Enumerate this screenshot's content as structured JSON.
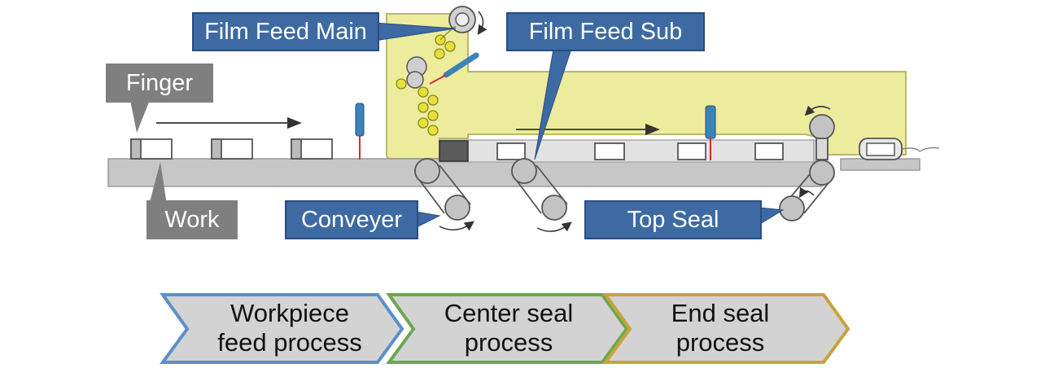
{
  "labels": {
    "film_feed_main": "Film Feed Main",
    "film_feed_sub": "Film Feed Sub",
    "finger": "Finger",
    "work": "Work",
    "conveyer": "Conveyer",
    "top_seal": "Top Seal"
  },
  "process_steps": [
    {
      "line1": "Workpiece",
      "line2": "feed process",
      "border_color": "#5b8fc9"
    },
    {
      "line1": "Center seal",
      "line2": "process",
      "border_color": "#6aa84f"
    },
    {
      "line1": "End seal",
      "line2": "process",
      "border_color": "#c9a23c"
    }
  ],
  "colors": {
    "film_area": "#ecec9c",
    "film_border": "#b9b76a",
    "belt": "#c8c8c8",
    "roller": "#bdbdbd",
    "label_blue": "#3d6aa3",
    "label_gray": "#7f7f7f",
    "chevron_fill": "#d3d3d3",
    "seal_heater": "#3b83b8",
    "seal_line": "#d62e2e"
  }
}
